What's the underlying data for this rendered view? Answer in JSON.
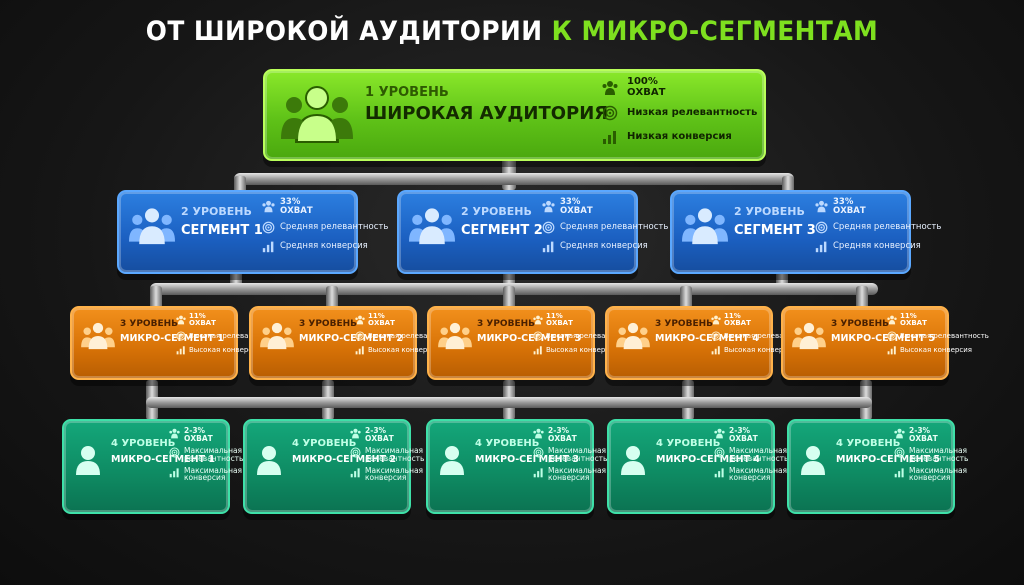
{
  "title": {
    "part1": "ОТ ШИРОКОЙ АУДИТОРИИ ",
    "part2": "К МИКРО-СЕГМЕНТАМ"
  },
  "colors": {
    "accent": "#7ee01f",
    "level1": "#6ad21f",
    "level2": "#1f6ad0",
    "level3": "#e67f10",
    "level4": "#0f9a6c"
  },
  "icons": {
    "group": "people-group-icon",
    "coverage": "people-small-icon",
    "relevance": "target-icon",
    "conversion": "bar-chart-icon"
  },
  "level1": {
    "level_label": "1 УРОВЕНЬ",
    "name": "ШИРОКАЯ АУДИТОРИЯ",
    "coverage_value": "100%",
    "coverage_label": "ОХВАТ",
    "relevance": "Низкая релевантность",
    "conversion": "Низкая конверсия"
  },
  "level2": [
    {
      "level_label": "2 УРОВЕНЬ",
      "name": "СЕГМЕНТ 1",
      "coverage_value": "33%",
      "coverage_label": "ОХВАТ",
      "relevance": "Средняя релевантность",
      "conversion": "Средняя конверсия"
    },
    {
      "level_label": "2 УРОВЕНЬ",
      "name": "СЕГМЕНТ 2",
      "coverage_value": "33%",
      "coverage_label": "ОХВАТ",
      "relevance": "Средняя релевантность",
      "conversion": "Средняя конверсия"
    },
    {
      "level_label": "2 УРОВЕНЬ",
      "name": "СЕГМЕНТ 3",
      "coverage_value": "33%",
      "coverage_label": "ОХВАТ",
      "relevance": "Средняя релевантность",
      "conversion": "Средняя конверсия"
    }
  ],
  "level3": [
    {
      "level_label": "3 УРОВЕНЬ",
      "name": "МИКРО-СЕГМЕНТ 1",
      "coverage_value": "11%",
      "coverage_label": "ОХВАТ",
      "relevance": "Высокая релевантность",
      "conversion": "Высокая конверсия"
    },
    {
      "level_label": "3 УРОВЕНЬ",
      "name": "МИКРО-СЕГМЕНТ 2",
      "coverage_value": "11%",
      "coverage_label": "ОХВАТ",
      "relevance": "Высокая релевантность",
      "conversion": "Высокая конверсия"
    },
    {
      "level_label": "3 УРОВЕНЬ",
      "name": "МИКРО-СЕГМЕНТ 3",
      "coverage_value": "11%",
      "coverage_label": "ОХВАТ",
      "relevance": "Высокая релевантность",
      "conversion": "Высокая конверсия"
    },
    {
      "level_label": "3 УРОВЕНЬ",
      "name": "МИКРО-СЕГМЕНТ 4",
      "coverage_value": "11%",
      "coverage_label": "ОХВАТ",
      "relevance": "Высокая релевантность",
      "conversion": "Высокая конверсия"
    },
    {
      "level_label": "3 УРОВЕНЬ",
      "name": "МИКРО-СЕГМЕНТ 5",
      "coverage_value": "11%",
      "coverage_label": "ОХВАТ",
      "relevance": "Высокая релевантность",
      "conversion": "Высокая конверсия"
    }
  ],
  "level4": [
    {
      "level_label": "4 УРОВЕНЬ",
      "name": "МИКРО-СЕГМЕНТ 1",
      "coverage_value": "2-3%",
      "coverage_label": "ОХВАТ",
      "relevance_1": "Максимальная",
      "relevance_2": "релевантность",
      "conversion_1": "Максимальная",
      "conversion_2": "конверсия"
    },
    {
      "level_label": "4 УРОВЕНЬ",
      "name": "МИКРО-СЕГМЕНТ 2",
      "coverage_value": "2-3%",
      "coverage_label": "ОХВАТ",
      "relevance_1": "Максимальная",
      "relevance_2": "релевантность",
      "conversion_1": "Максимальная",
      "conversion_2": "конверсия"
    },
    {
      "level_label": "4 УРОВЕНЬ",
      "name": "МИКРО-СЕГМЕНТ 3",
      "coverage_value": "2-3%",
      "coverage_label": "ОХВАТ",
      "relevance_1": "Максимальная",
      "relevance_2": "релевантность",
      "conversion_1": "Максимальная",
      "conversion_2": "конверсия"
    },
    {
      "level_label": "4 УРОВЕНЬ",
      "name": "МИКРО-СЕГМЕНТ 4",
      "coverage_value": "2-3%",
      "coverage_label": "ОХВАТ",
      "relevance_1": "Максимальная",
      "relevance_2": "релевантность",
      "conversion_1": "Максимальная",
      "conversion_2": "конверсия"
    },
    {
      "level_label": "4 УРОВЕНЬ",
      "name": "МИКРО-СЕГМЕНТ 5",
      "coverage_value": "2-3%",
      "coverage_label": "ОХВАТ",
      "relevance_1": "Максимальная",
      "relevance_2": "релевантность",
      "conversion_1": "Максимальная",
      "conversion_2": "конверсия"
    }
  ]
}
